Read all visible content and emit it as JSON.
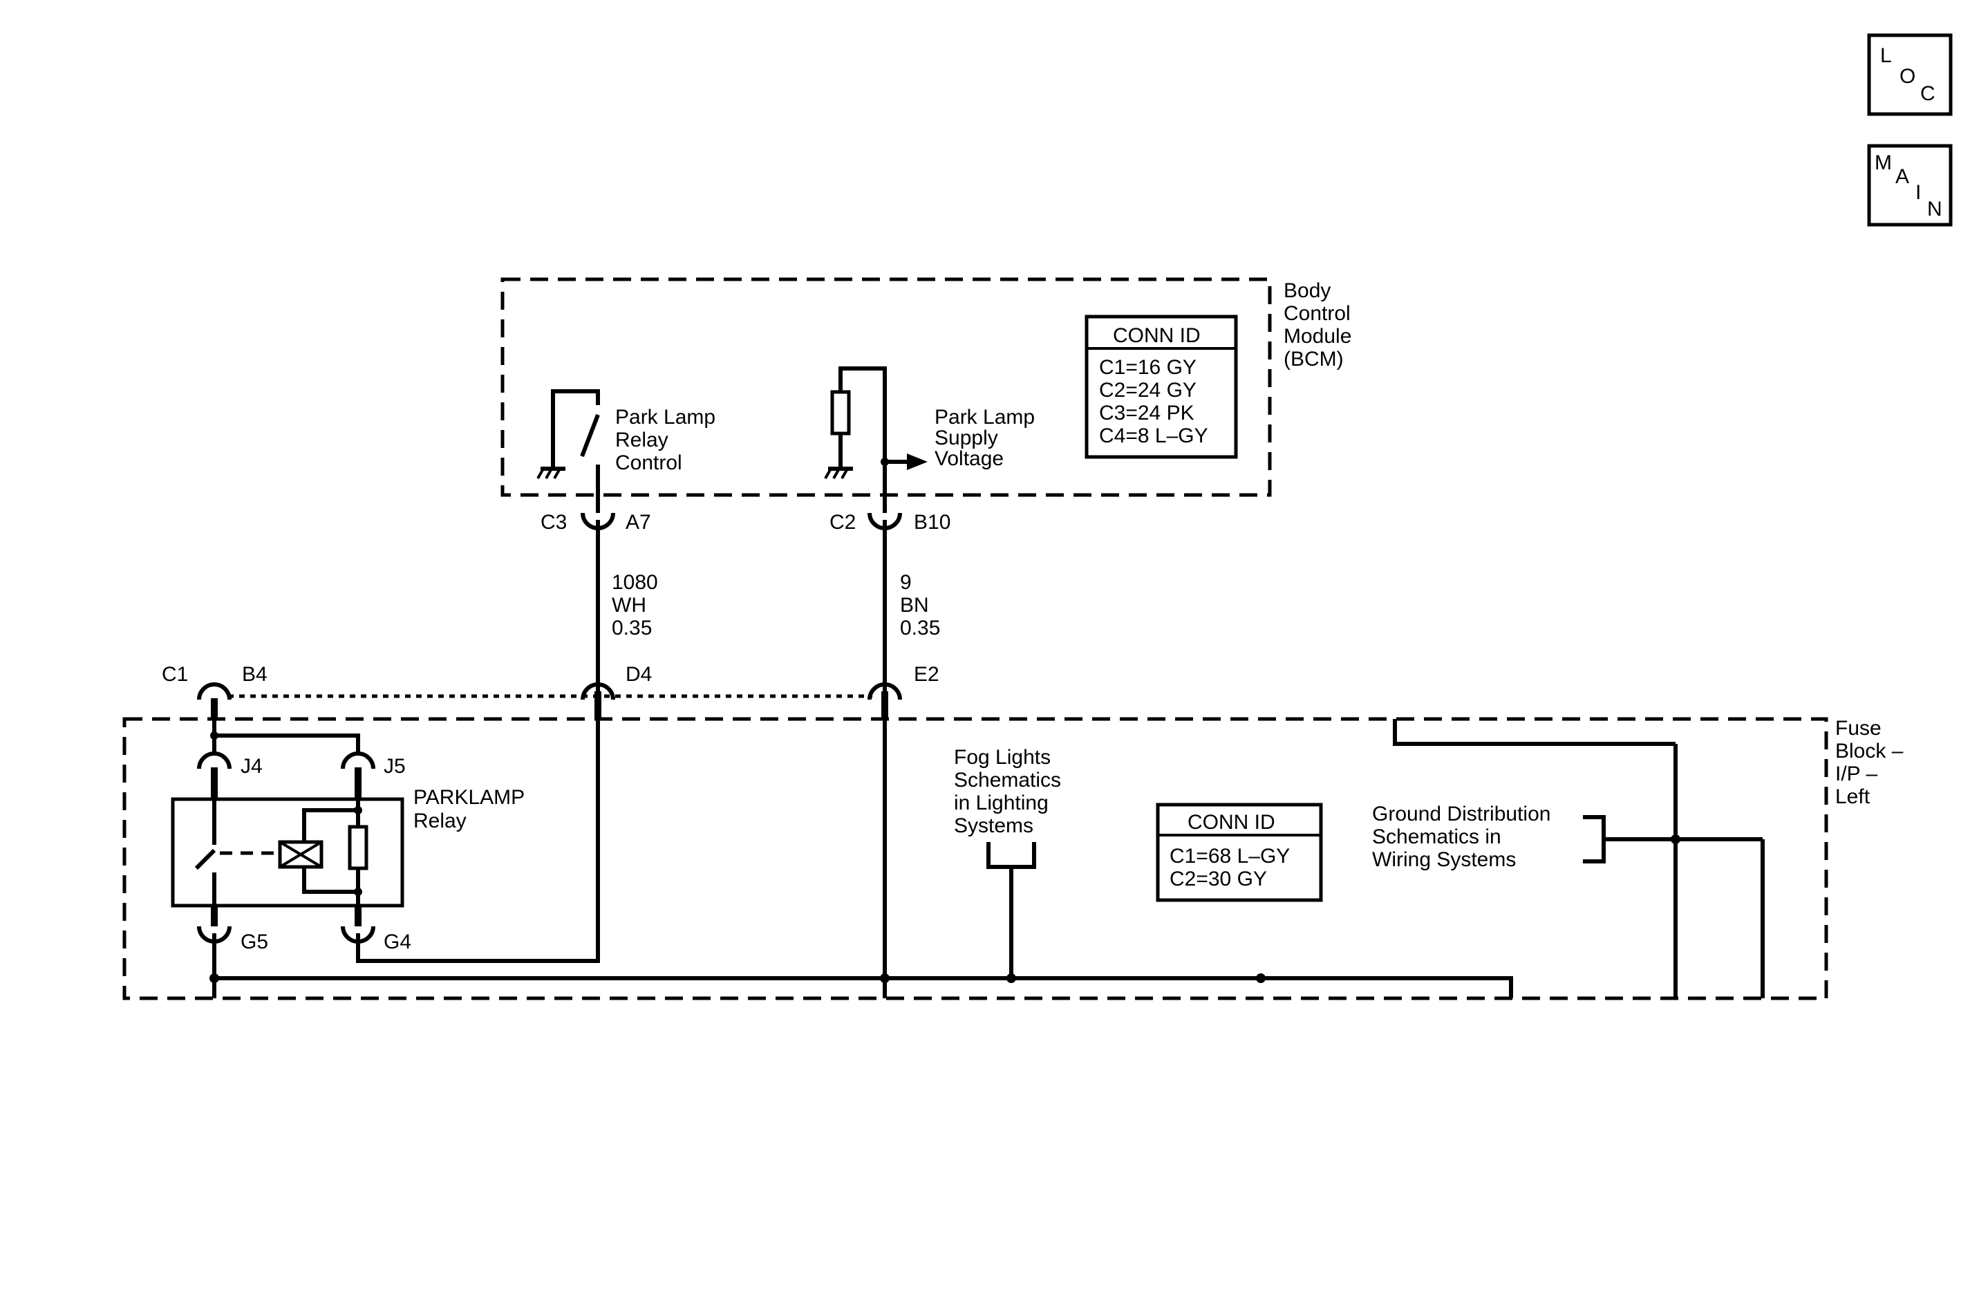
{
  "nav_buttons": {
    "loc": [
      "L",
      "O",
      "C"
    ],
    "main": [
      "M",
      "A",
      "I",
      "N"
    ]
  },
  "bcm": {
    "label": [
      "Body",
      "Control",
      "Module",
      "(BCM)"
    ],
    "conn_id": {
      "title": "CONN ID",
      "rows": [
        "C1=16 GY",
        "C2=24 GY",
        "C3=24 PK",
        "C4=8 L–GY"
      ]
    },
    "relay_control_label": [
      "Park Lamp",
      "Relay",
      "Control"
    ],
    "supply_voltage_label": [
      "Park Lamp",
      "Supply",
      "Voltage"
    ]
  },
  "connectors": {
    "bcm_c3": "C3",
    "bcm_a7": "A7",
    "bcm_c2": "C2",
    "bcm_b10": "B10",
    "fb_c1": "C1",
    "fb_b4": "B4",
    "fb_d4": "D4",
    "fb_e2": "E2",
    "j4": "J4",
    "j5": "J5",
    "g5": "G5",
    "g4": "G4"
  },
  "wires": {
    "left": [
      "1080",
      "WH",
      "0.35"
    ],
    "right": [
      "9",
      "BN",
      "0.35"
    ]
  },
  "fuse_block": {
    "label": [
      "Fuse",
      "Block –",
      "I/P –",
      "Left"
    ],
    "relay_label": [
      "PARKLAMP",
      "Relay"
    ],
    "fog_lights_ref": [
      "Fog Lights",
      "Schematics",
      "in Lighting",
      "Systems"
    ],
    "ground_ref": [
      "Ground Distribution",
      "Schematics in",
      "Wiring Systems"
    ],
    "conn_id": {
      "title": "CONN ID",
      "rows": [
        "C1=68 L–GY",
        "C2=30 GY"
      ]
    }
  }
}
